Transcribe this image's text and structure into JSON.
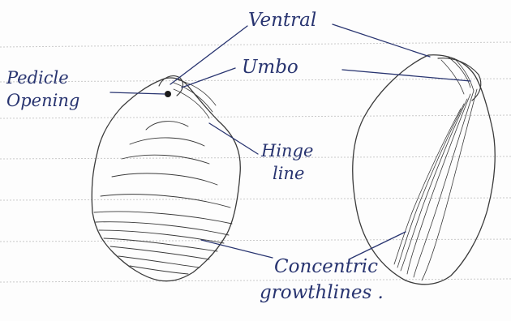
{
  "labels": {
    "ventral": "Ventral",
    "umbo": "Umbo",
    "pedicle_line1": "Pedicle",
    "pedicle_line2": "Opening",
    "hinge_line1": "Hinge",
    "hinge_line2": "line",
    "concentric_line1": "Concentric",
    "concentric_line2": "growthlines ."
  },
  "colors": {
    "ink": "#283470",
    "pencil": "#3a3a3a",
    "ruled_line": "#c9c9c9"
  }
}
